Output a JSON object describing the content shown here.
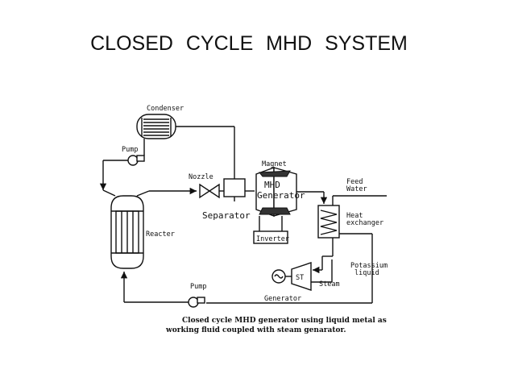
{
  "title": "CLOSED   CYCLE   MHD SYSTEM",
  "labels": {
    "condenser": "Condenser",
    "pump_top": "Pump",
    "nozzle": "Nozzle",
    "magnet": "Magnet",
    "mhd_line1": "MHD",
    "mhd_line2": "Generator",
    "feed_line1": "Feed",
    "feed_line2": "Water",
    "separator": "Separator",
    "heat_line1": "Heat",
    "heat_line2": "exchanger",
    "reactor": "Reacter",
    "inverter": "Inverter",
    "potassium_line1": "Potassium",
    "potassium_line2": "liquid",
    "st": "ST",
    "steam": "Steam",
    "pump_bottom": "Pump",
    "generator": "Generator"
  },
  "caption": {
    "line1": "Closed cycle MHD generator using liquid metal as",
    "line2": "working fluid coupled with steam genarator."
  }
}
